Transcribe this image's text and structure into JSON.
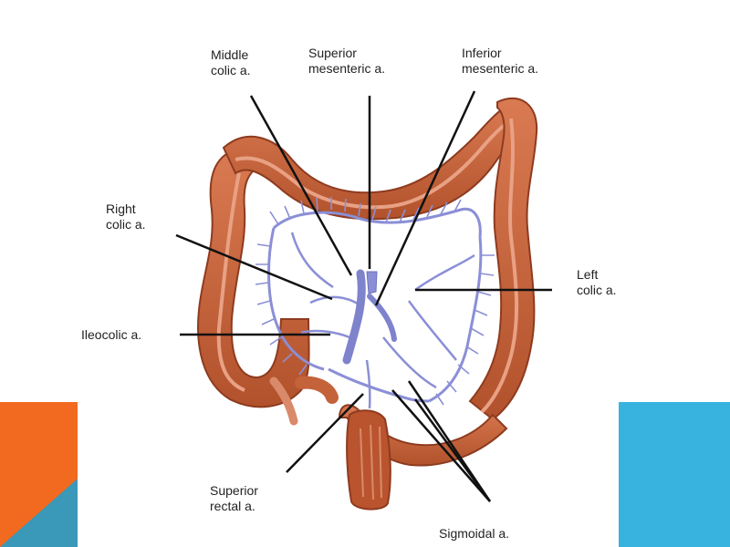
{
  "labels": {
    "middle_colic": [
      "Middle",
      "colic a."
    ],
    "superior_mesenteric": [
      "Superior",
      "mesenteric a."
    ],
    "inferior_mesenteric": [
      "Inferior",
      "mesenteric a."
    ],
    "right_colic": [
      "Right",
      "colic a."
    ],
    "left_colic": [
      "Left",
      "colic a."
    ],
    "ileocolic": "Ileocolic a.",
    "superior_rectal": [
      "Superior",
      "rectal a."
    ],
    "sigmoidal": "Sigmoidal a."
  },
  "colors": {
    "colon": "#c4623a",
    "colon_dark": "#8e3b1f",
    "colon_stripe": "#e8a184",
    "artery": "#8b8fd6",
    "artery_fill": "#dfe0f6",
    "decor_orange": "#f26a20",
    "decor_teal": "#3a98b8",
    "decor_blue": "#38b3e0"
  }
}
